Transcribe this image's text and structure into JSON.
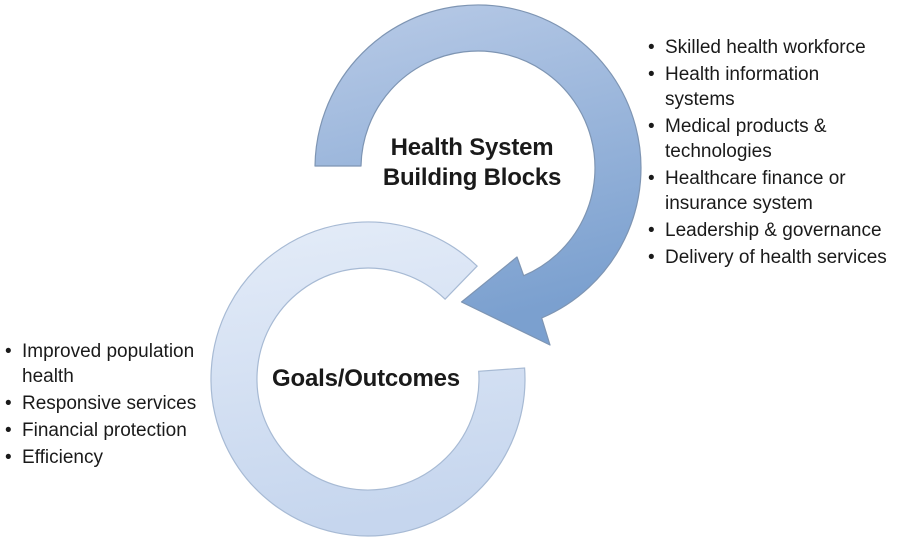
{
  "top_circle": {
    "label": "Health System\nBuilding Blocks"
  },
  "bottom_circle": {
    "label": "Goals/Outcomes"
  },
  "right_list": {
    "items": [
      "Skilled health workforce",
      "Health information\nsystems",
      "Medical products &\ntechnologies",
      "Healthcare finance or\ninsurance system",
      "Leadership & governance",
      "Delivery of health services"
    ]
  },
  "left_list": {
    "items": [
      "Improved population\nhealth",
      "Responsive services",
      "Financial protection",
      "Efficiency"
    ]
  },
  "colors": {
    "background": "#ffffff",
    "text": "#1a1a1a",
    "top_ring_light": "#b9cbe7",
    "top_ring_dark": "#7ba0cf",
    "top_ring_border": "#7e95b3",
    "bottom_ring_light": "#e4ecf8",
    "bottom_ring_dark": "#c6d6ee",
    "bottom_ring_border": "#a7bad4"
  }
}
